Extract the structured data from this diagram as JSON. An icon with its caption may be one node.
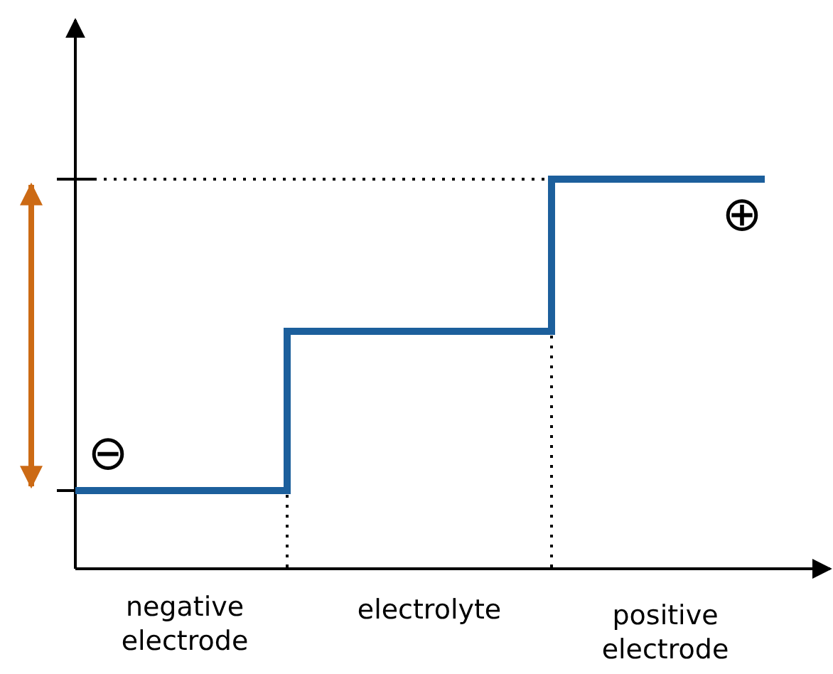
{
  "diagram": {
    "labels": [
      "⊕",
      "⊖",
      "negative electrode",
      "electrolyte",
      "positive electrode"
    ]
  }
}
